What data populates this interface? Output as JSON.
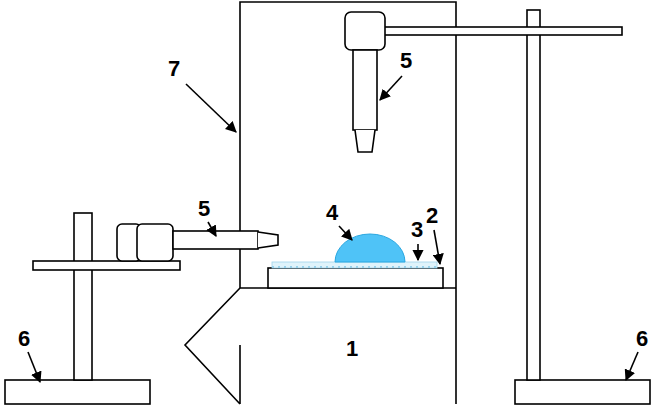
{
  "diagram": {
    "labels": [
      "7",
      "5",
      "5",
      "4",
      "3",
      "2",
      "1",
      "6",
      "6"
    ]
  }
}
